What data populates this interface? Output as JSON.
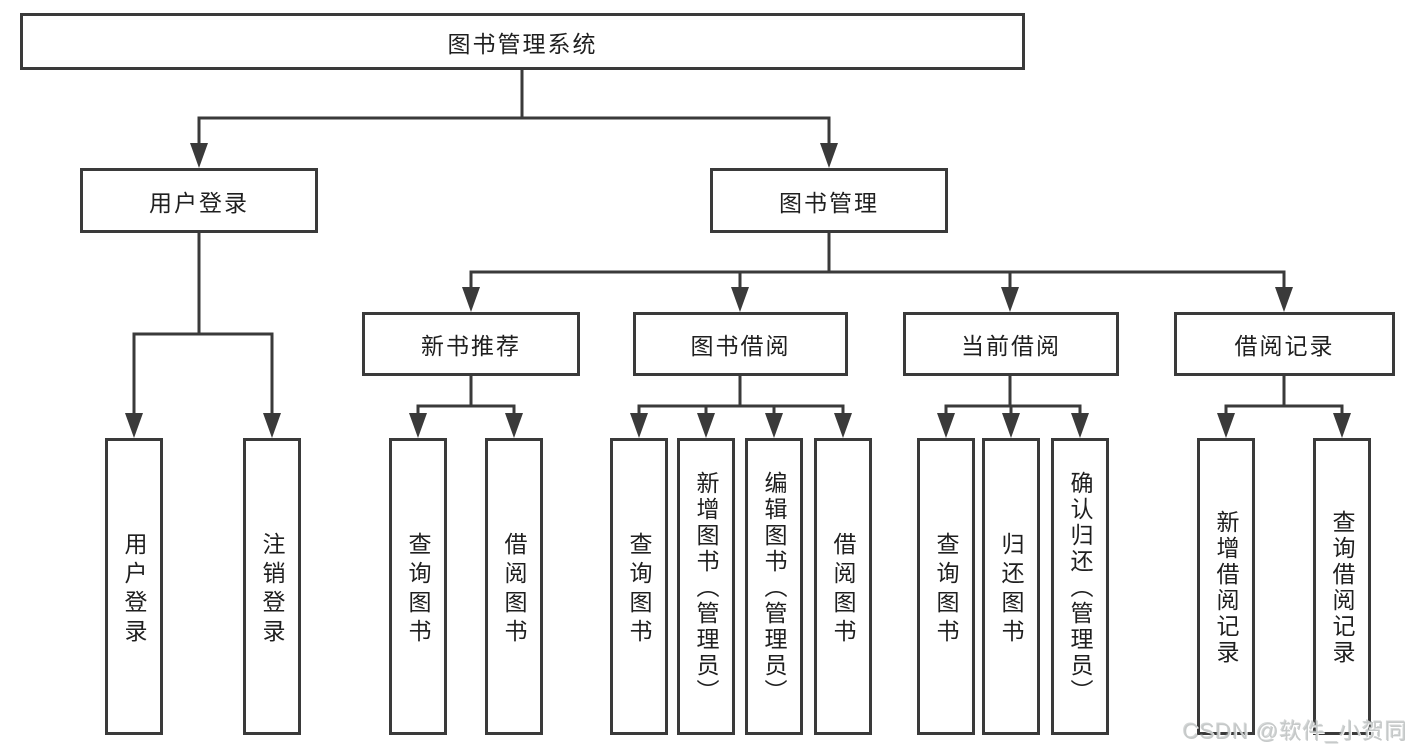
{
  "diagram_title": "图书管理系统",
  "watermark": "CSDN @软件_小贺同学",
  "colors": {
    "line": "#3a3a3a",
    "box_border": "#3a3a3a",
    "box_fill": "#ffffff",
    "text": "#1f1f1f",
    "watermark_text": "#c6c9c9",
    "background": "#ffffff"
  },
  "nodes": {
    "root": "图书管理系统",
    "user_login": "用户登录",
    "book_mgmt": "图书管理",
    "new_book_rec": "新书推荐",
    "book_borrow": "图书借阅",
    "current_borrow": "当前借阅",
    "borrow_records": "借阅记录",
    "leaf_user_login": "用户登录",
    "leaf_logout": "注销登录",
    "leaf_query_book_rec": "查询图书",
    "leaf_borrow_book_rec": "借阅图书",
    "leaf_query_book_borrow": "查询图书",
    "leaf_add_book": "新增图书（管理员）",
    "leaf_edit_book": "编辑图书（管理员）",
    "leaf_borrow_book_borrow": "借阅图书",
    "leaf_query_book_cur": "查询图书",
    "leaf_return_book": "归还图书",
    "leaf_confirm_return": "确认归还（管理员）",
    "leaf_add_record": "新增借阅记录",
    "leaf_query_record": "查询借阅记录"
  },
  "hierarchy": {
    "label": "图书管理系统",
    "children": [
      {
        "label": "用户登录",
        "children": [
          {
            "label": "用户登录"
          },
          {
            "label": "注销登录"
          }
        ]
      },
      {
        "label": "图书管理",
        "children": [
          {
            "label": "新书推荐",
            "children": [
              {
                "label": "查询图书"
              },
              {
                "label": "借阅图书"
              }
            ]
          },
          {
            "label": "图书借阅",
            "children": [
              {
                "label": "查询图书"
              },
              {
                "label": "新增图书（管理员）"
              },
              {
                "label": "编辑图书（管理员）"
              },
              {
                "label": "借阅图书"
              }
            ]
          },
          {
            "label": "当前借阅",
            "children": [
              {
                "label": "查询图书"
              },
              {
                "label": "归还图书"
              },
              {
                "label": "确认归还（管理员）"
              }
            ]
          },
          {
            "label": "借阅记录",
            "children": [
              {
                "label": "新增借阅记录"
              },
              {
                "label": "查询借阅记录"
              }
            ]
          }
        ]
      }
    ]
  }
}
